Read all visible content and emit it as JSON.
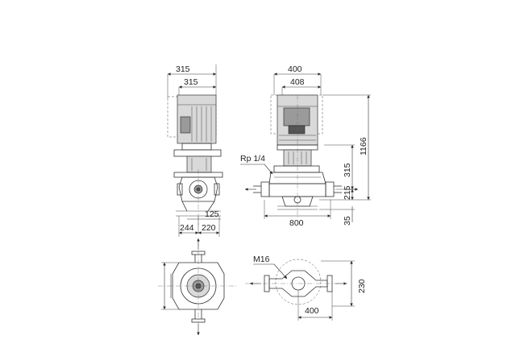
{
  "labels": {
    "side_view": {
      "width_outer": "315",
      "width_inner": "315",
      "flange_offset": "125",
      "left_depth": "244",
      "right_depth": "220"
    },
    "front_view": {
      "width_outer": "400",
      "width_inner": "408",
      "port_thread": "Rp 1/4",
      "overall_length": "800",
      "height_upper": "315",
      "height_lower": "215",
      "height_total": "1166",
      "base_height": "35"
    },
    "top_view": {
      "bolt_thread": "M16",
      "width": "230",
      "length": "400"
    }
  },
  "colors": {
    "line": "#333333",
    "motor_fill": "#d9d9d9",
    "dark_fill": "#555555"
  }
}
